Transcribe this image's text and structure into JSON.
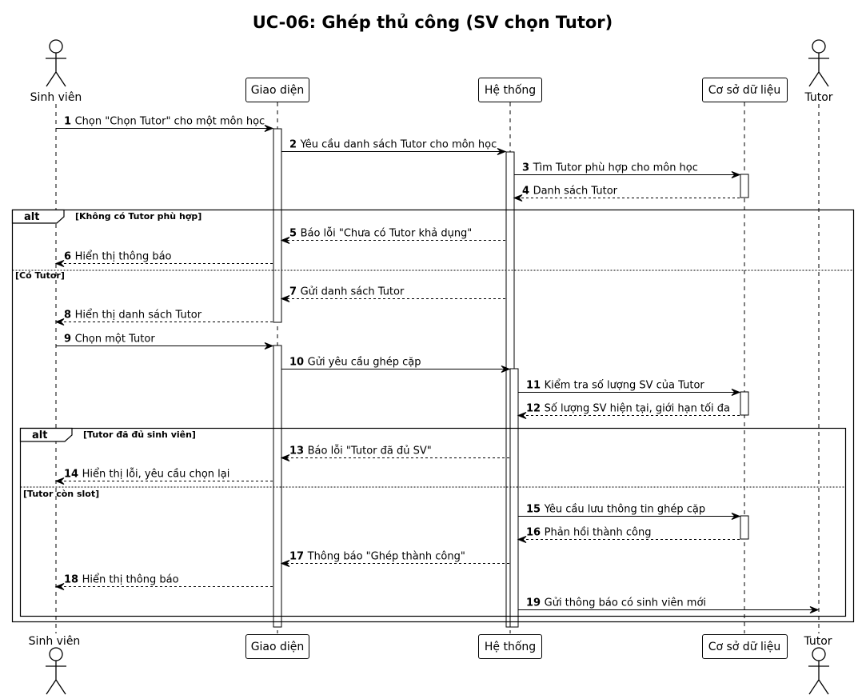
{
  "title": "UC-06: Ghép thủ công (SV chọn Tutor)",
  "participants": [
    {
      "id": "sv",
      "label": "Sinh viên",
      "kind": "actor"
    },
    {
      "id": "gd",
      "label": "Giao diện",
      "kind": "box"
    },
    {
      "id": "ht",
      "label": "Hệ thống",
      "kind": "box"
    },
    {
      "id": "db",
      "label": "Cơ sở dữ liệu",
      "kind": "box"
    },
    {
      "id": "tutor",
      "label": "Tutor",
      "kind": "actor"
    }
  ],
  "fragments": [
    {
      "type": "alt",
      "guards": [
        "[Không có Tutor phù hợp]",
        "[Có Tutor]"
      ]
    },
    {
      "type": "alt",
      "guards": [
        "[Tutor đã đủ sinh viên]",
        "[Tutor còn slot]"
      ]
    }
  ],
  "messages": [
    {
      "num": "1",
      "text": "Chọn \"Chọn Tutor\" cho một môn học",
      "from": "sv",
      "to": "gd",
      "style": "solid"
    },
    {
      "num": "2",
      "text": "Yêu cầu danh sách Tutor cho môn học",
      "from": "gd",
      "to": "ht",
      "style": "solid"
    },
    {
      "num": "3",
      "text": "Tìm Tutor phù hợp cho môn học",
      "from": "ht",
      "to": "db",
      "style": "solid"
    },
    {
      "num": "4",
      "text": "Danh sách Tutor",
      "from": "db",
      "to": "ht",
      "style": "dashed"
    },
    {
      "num": "5",
      "text": "Báo lỗi \"Chưa có Tutor khả dụng\"",
      "from": "ht",
      "to": "gd",
      "style": "dashed"
    },
    {
      "num": "6",
      "text": "Hiển thị thông báo",
      "from": "gd",
      "to": "sv",
      "style": "dashed"
    },
    {
      "num": "7",
      "text": "Gửi danh sách Tutor",
      "from": "ht",
      "to": "gd",
      "style": "dashed"
    },
    {
      "num": "8",
      "text": "Hiển thị danh sách Tutor",
      "from": "gd",
      "to": "sv",
      "style": "dashed"
    },
    {
      "num": "9",
      "text": "Chọn một Tutor",
      "from": "sv",
      "to": "gd",
      "style": "solid"
    },
    {
      "num": "10",
      "text": "Gửi yêu cầu ghép cặp",
      "from": "gd",
      "to": "ht",
      "style": "solid"
    },
    {
      "num": "11",
      "text": "Kiểm tra số lượng SV của Tutor",
      "from": "ht",
      "to": "db",
      "style": "solid"
    },
    {
      "num": "12",
      "text": "Số lượng SV hiện tại, giới hạn tối đa",
      "from": "db",
      "to": "ht",
      "style": "dashed"
    },
    {
      "num": "13",
      "text": "Báo lỗi \"Tutor đã đủ SV\"",
      "from": "ht",
      "to": "gd",
      "style": "dashed"
    },
    {
      "num": "14",
      "text": "Hiển thị lỗi, yêu cầu chọn lại",
      "from": "gd",
      "to": "sv",
      "style": "dashed"
    },
    {
      "num": "15",
      "text": "Yêu cầu lưu thông tin ghép cặp",
      "from": "ht",
      "to": "db",
      "style": "solid"
    },
    {
      "num": "16",
      "text": "Phản hồi thành công",
      "from": "db",
      "to": "ht",
      "style": "dashed"
    },
    {
      "num": "17",
      "text": "Thông báo \"Ghép thành công\"",
      "from": "ht",
      "to": "gd",
      "style": "dashed"
    },
    {
      "num": "18",
      "text": "Hiển thị thông báo",
      "from": "gd",
      "to": "sv",
      "style": "dashed"
    },
    {
      "num": "19",
      "text": "Gửi thông báo có sinh viên mới",
      "from": "ht",
      "to": "tutor",
      "style": "solid"
    }
  ]
}
